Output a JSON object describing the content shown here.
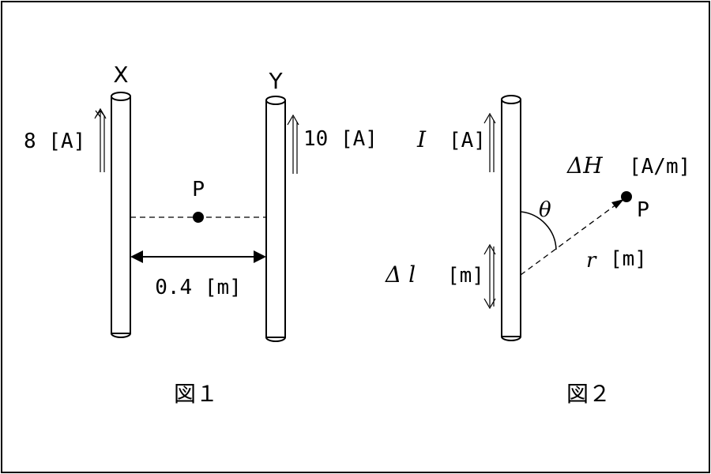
{
  "fig1": {
    "wire_x_label": "X",
    "wire_y_label": "Y",
    "current_x": "8 [A]",
    "current_y": "10 [A]",
    "point_label": "P",
    "distance": "0.4 [m]",
    "caption": "図１"
  },
  "fig2": {
    "current_symbol": "I",
    "current_unit": "[A]",
    "dH_symbol": "ΔH",
    "dH_unit": "[A/m]",
    "point_label": "P",
    "angle": "θ",
    "dl_symbol": "Δ l",
    "dl_unit": "[m]",
    "r_symbol": "r",
    "r_unit": "[m]",
    "caption": "図２"
  }
}
